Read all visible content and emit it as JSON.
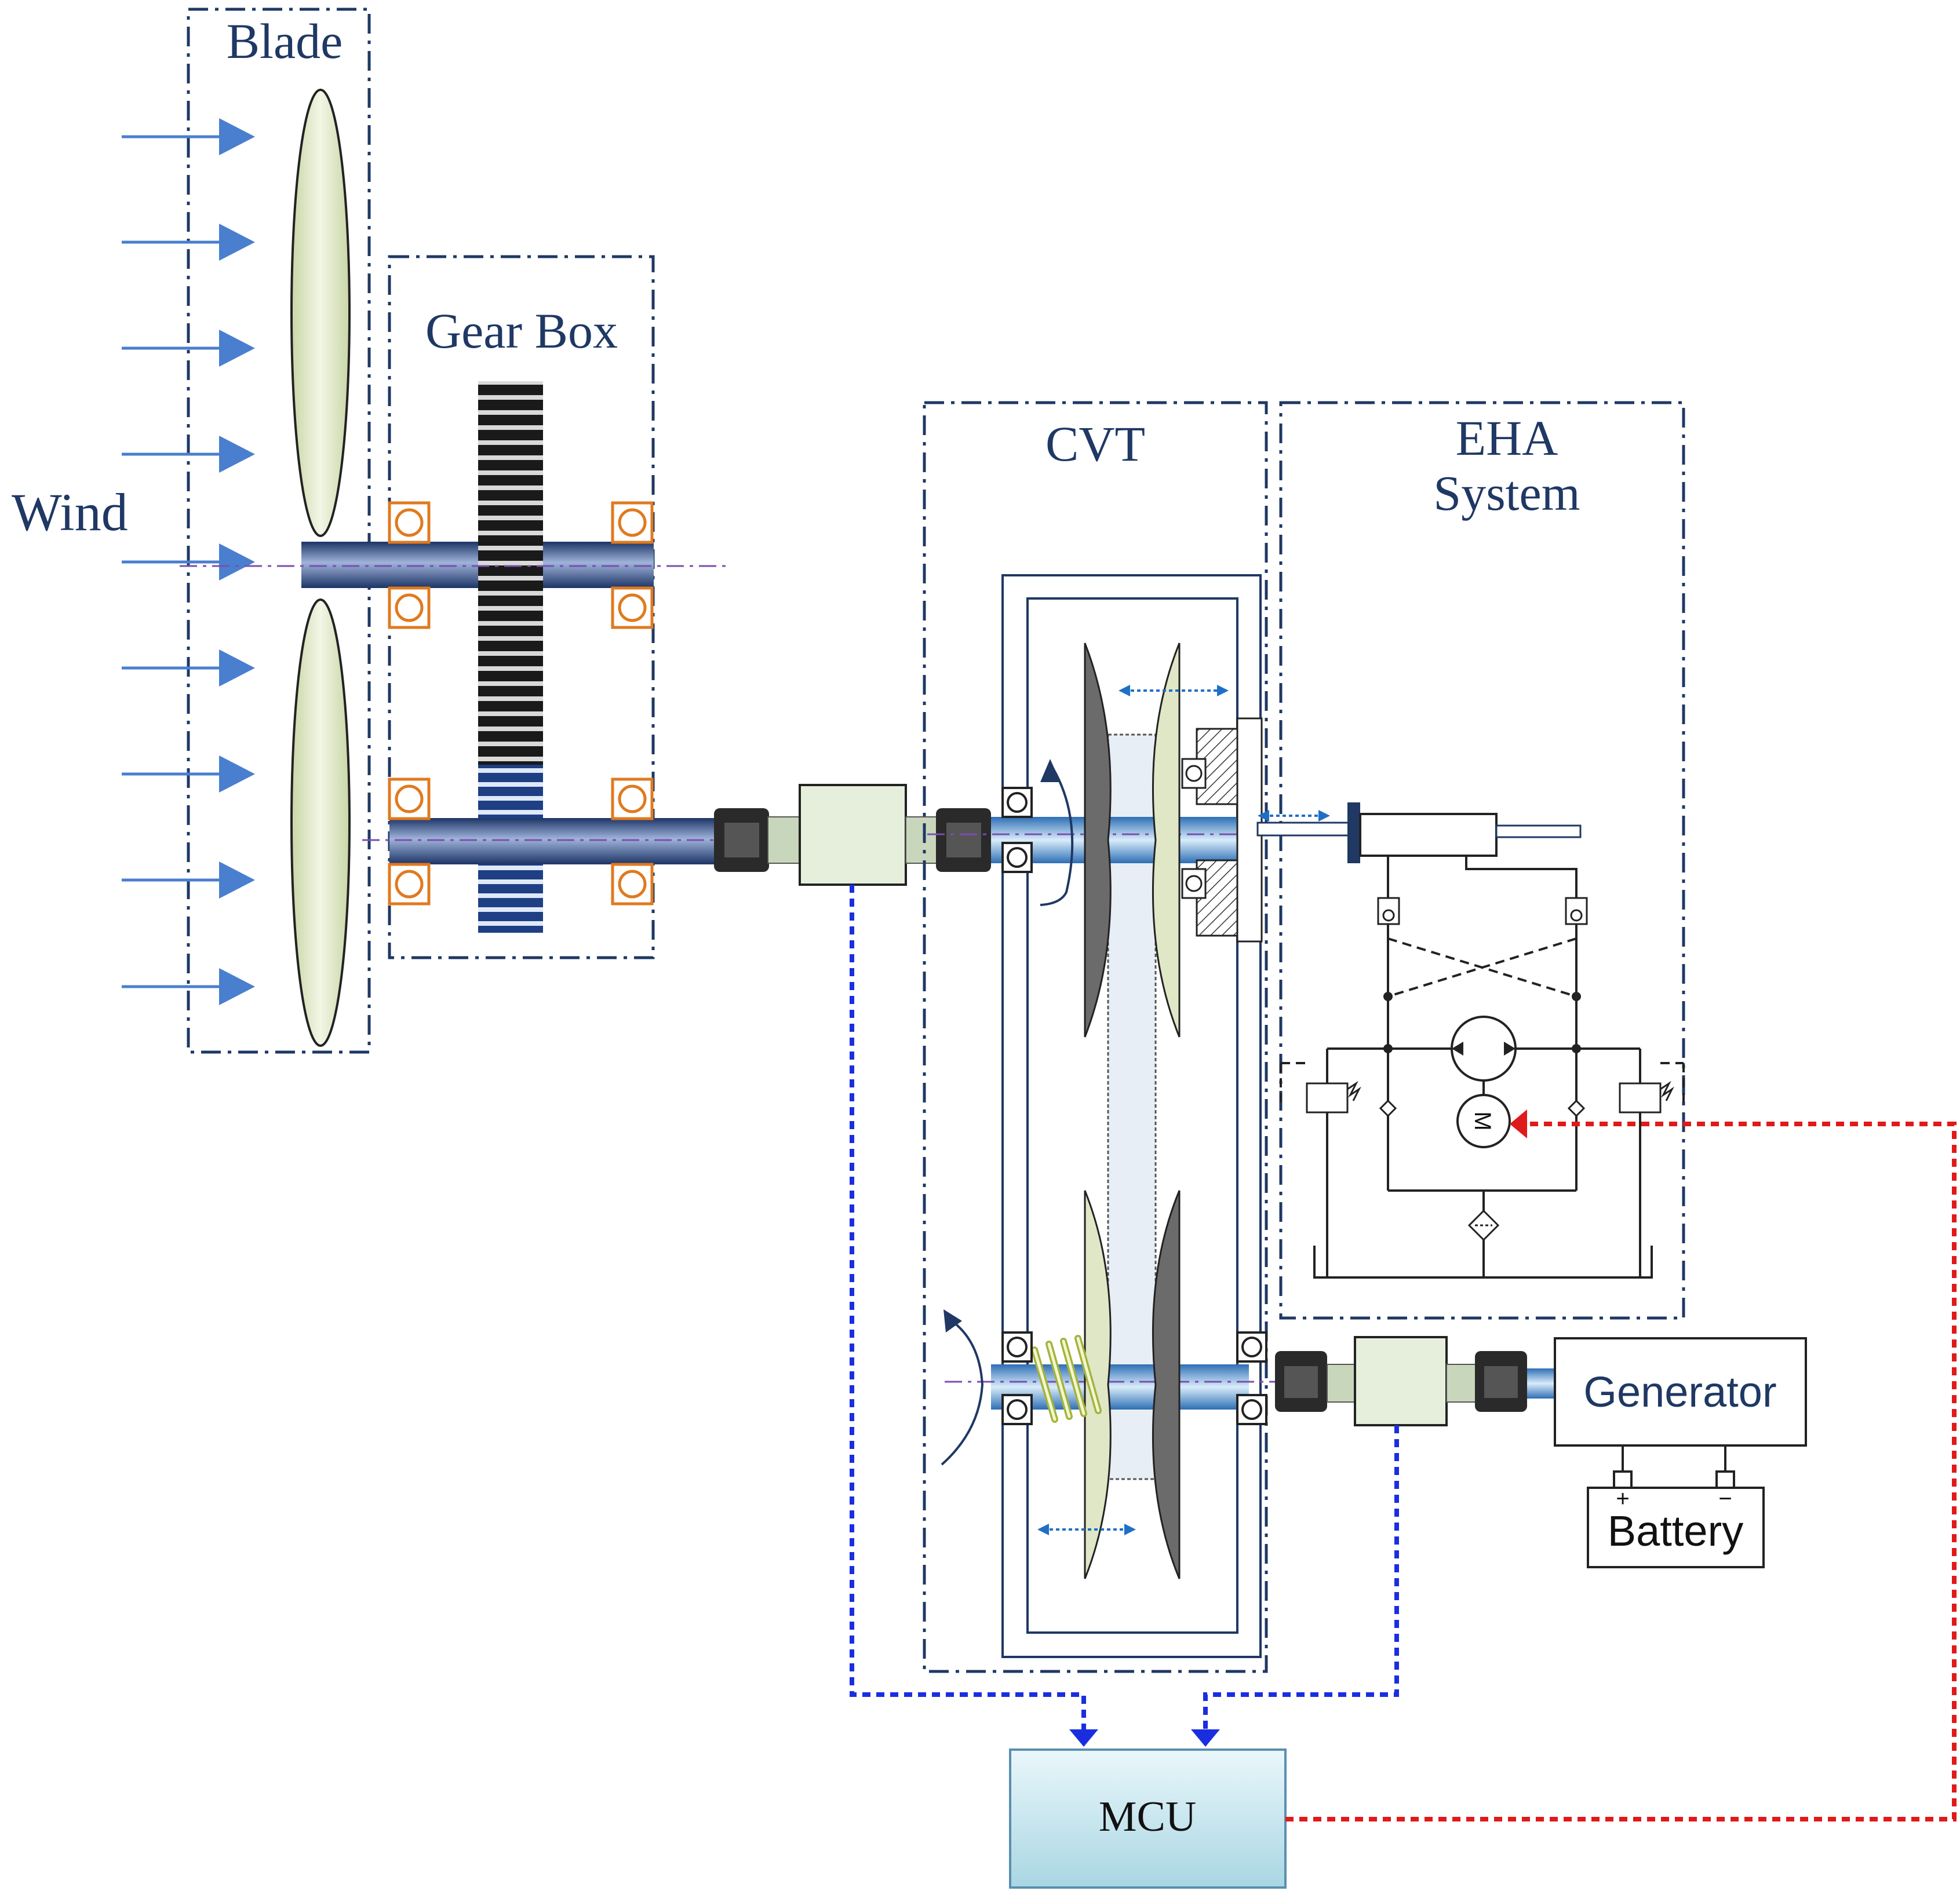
{
  "labels": {
    "wind": "Wind",
    "blade": "Blade",
    "gearbox": "Gear Box",
    "cvt": "CVT",
    "eha_line1": "EHA",
    "eha_line2": "System",
    "generator": "Generator",
    "battery": "Battery",
    "battery_plus": "+",
    "battery_minus": "−",
    "motor": "M",
    "mcu": "MCU"
  },
  "colors": {
    "frame": "#1f3864",
    "wind_arrow": "#4a7fcf",
    "blade_fill": "#dfe7c7",
    "shaft": "#2f4f8f",
    "shaft_light": "#cfe3f5",
    "bearing": "#e07a1f",
    "sensor_box": "#e6efdc",
    "signal_blue": "#1a2ee0",
    "signal_red": "#e01a1a",
    "mcu_fill": "#cfe9f0",
    "sheave_dark": "#6b6b6b",
    "belt": "#e8eef6"
  },
  "icons": {
    "wind_arrows": "right-arrow-icon",
    "bearing": "ball-bearing-icon",
    "coupling": "jaw-coupling-icon",
    "pump": "hydraulic-pump-icon",
    "motor": "electric-motor-icon",
    "relief_valve": "relief-valve-icon",
    "check_valve": "check-valve-icon",
    "filter": "filter-icon",
    "spring": "compression-spring-icon"
  }
}
